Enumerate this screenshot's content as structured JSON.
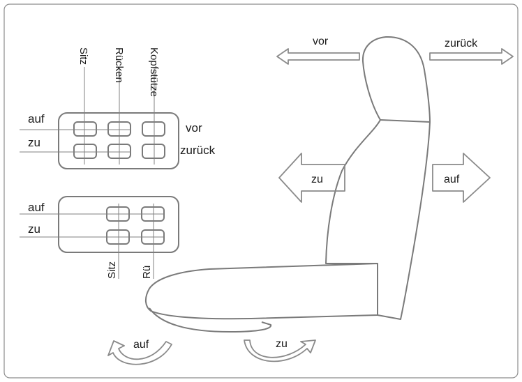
{
  "colors": {
    "outline": "#7a7a7a",
    "leader": "#808080",
    "frame": "#8c8c8c",
    "text": "#1a1a1a",
    "background": "#ffffff"
  },
  "top_panel": {
    "row_labels": [
      "auf",
      "zu"
    ],
    "side_labels": [
      "vor",
      "zurück"
    ],
    "column_labels": [
      "Sitz",
      "Rücken",
      "Kopfstütze"
    ]
  },
  "bottom_panel": {
    "row_labels": [
      "auf",
      "zu"
    ],
    "column_labels": [
      "Sitz",
      "Rü"
    ]
  },
  "seat_arrows": {
    "headrest_left": "vor",
    "headrest_right": "zurück",
    "backrest_left": "zu",
    "backrest_right": "auf",
    "cushion_front": "auf",
    "cushion_rear": "zu"
  }
}
